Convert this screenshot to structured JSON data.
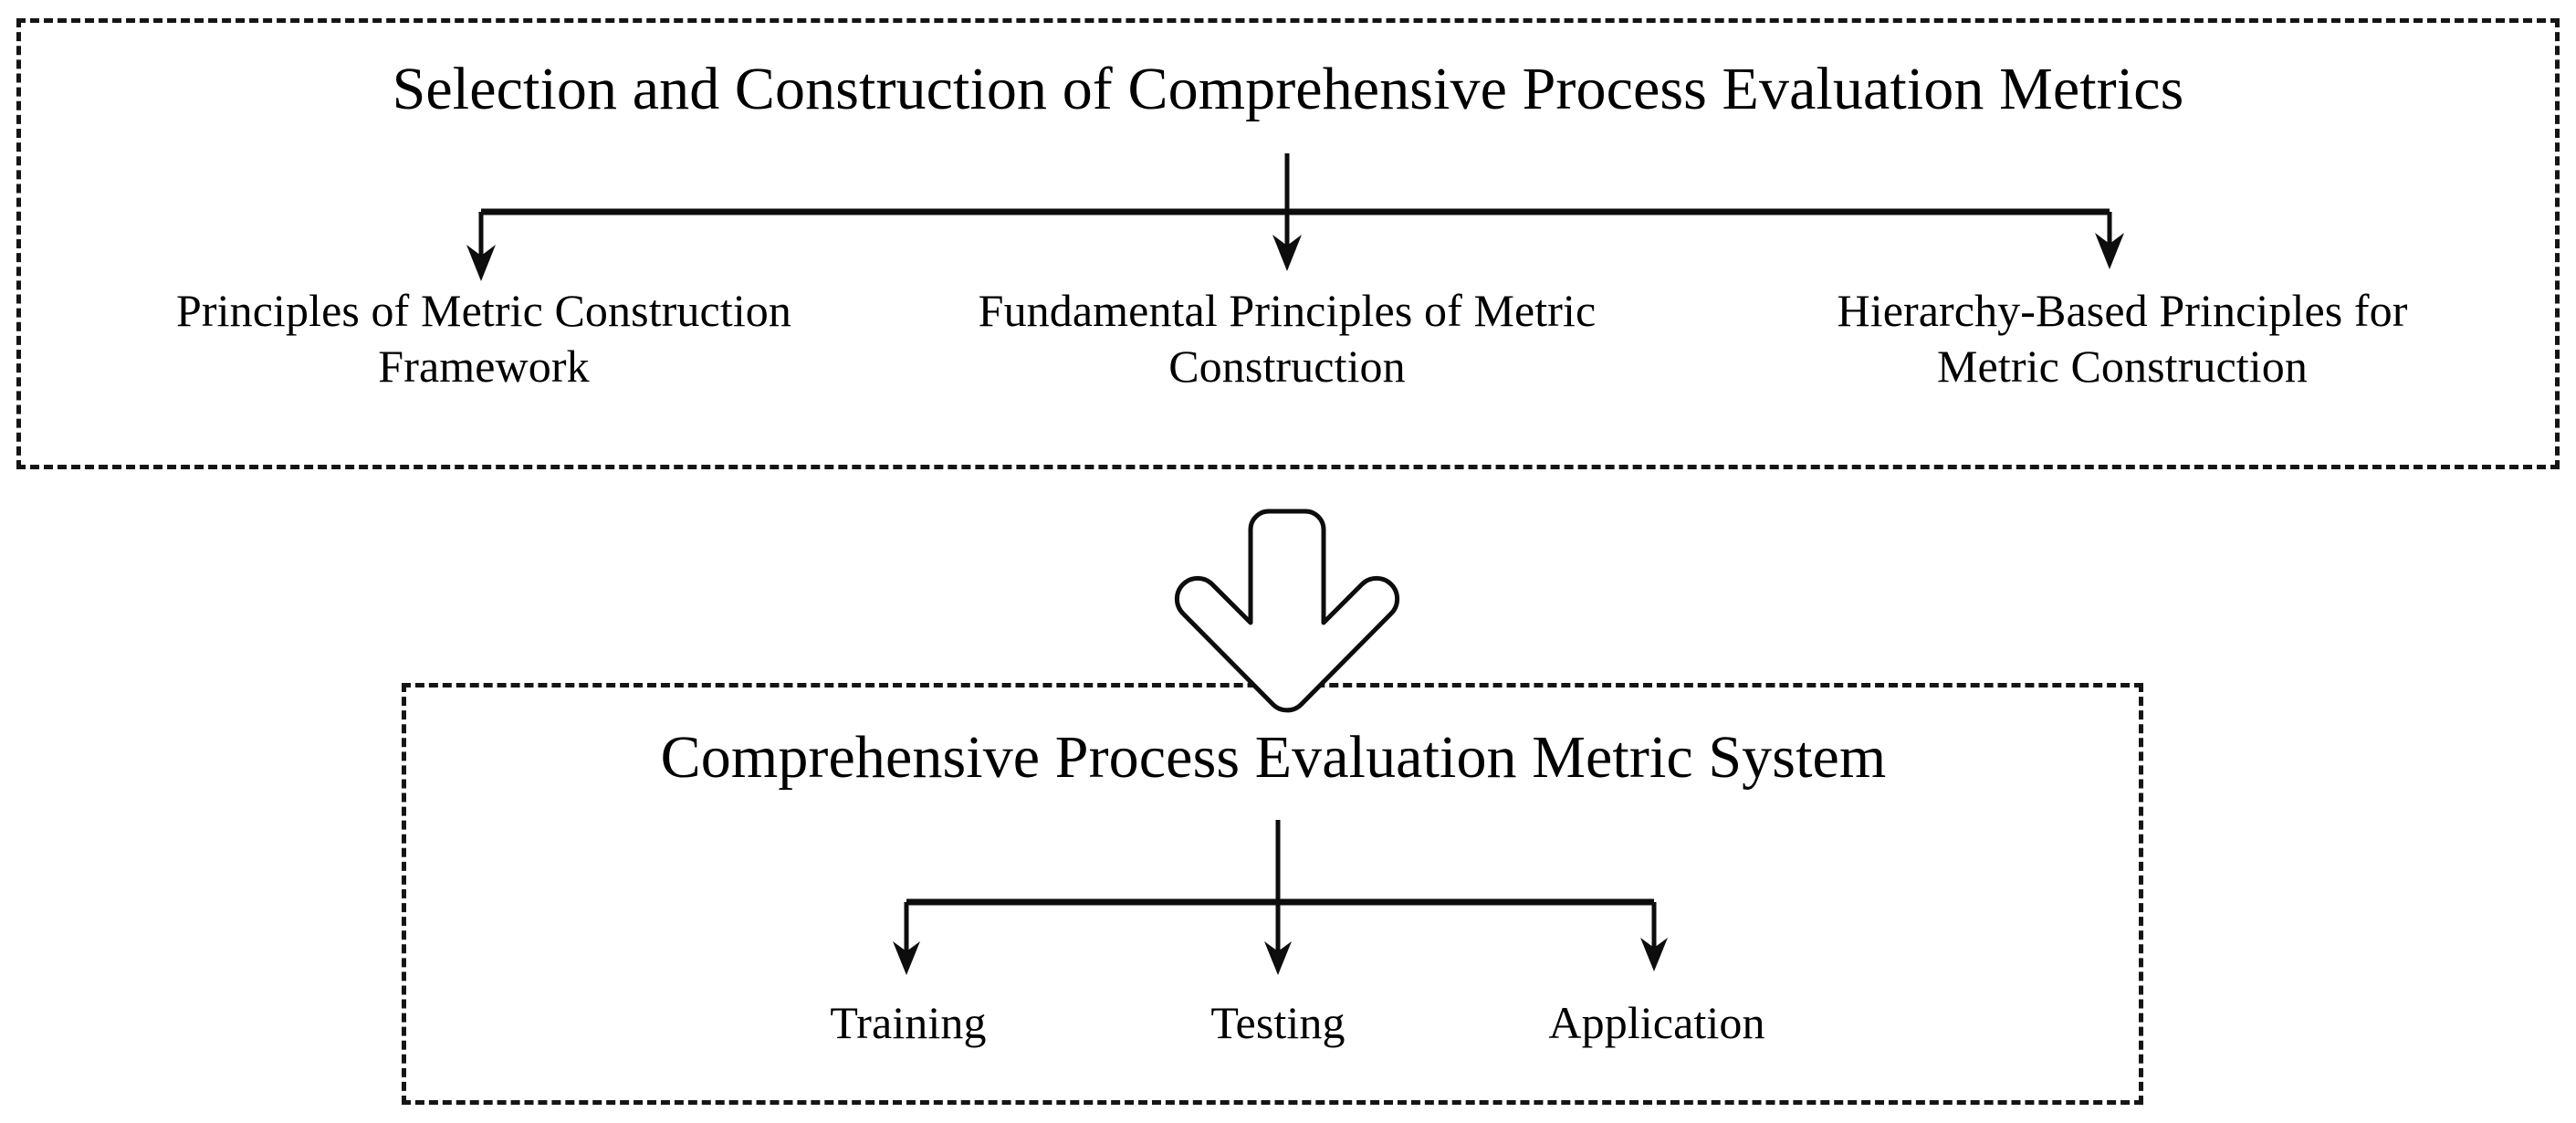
{
  "diagram": {
    "type": "flowchart",
    "background_color": "#ffffff",
    "line_color": "#0d0d0d",
    "border_style": "dashed",
    "top_group": {
      "heading": "Selection and Construction of Comprehensive Process Evaluation Metrics",
      "children": [
        {
          "label": "Principles of Metric Construction\nFramework"
        },
        {
          "label": "Fundamental Principles of Metric\nConstruction"
        },
        {
          "label": "Hierarchy-Based Principles for\nMetric Construction"
        }
      ]
    },
    "transition": {
      "icon": "down-arrow-icon",
      "direction": "down"
    },
    "bottom_group": {
      "heading": "Comprehensive Process Evaluation Metric System",
      "children": [
        {
          "label": "Training"
        },
        {
          "label": "Testing"
        },
        {
          "label": "Application"
        }
      ]
    }
  }
}
